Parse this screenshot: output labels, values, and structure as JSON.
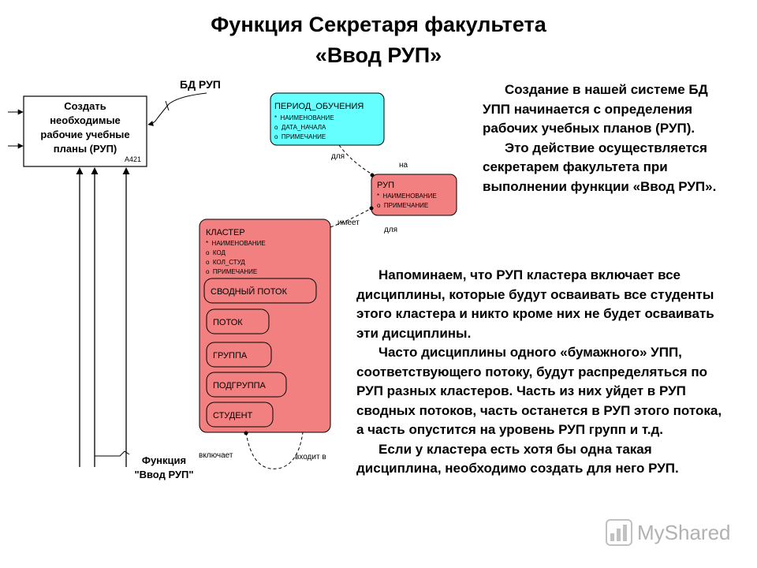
{
  "title": {
    "line1": "Функция Секретаря факультета",
    "line2": "«Ввод РУП»"
  },
  "idef": {
    "box_label": [
      "Создать",
      "необходимые",
      "рабочие учебные",
      "планы (РУП)"
    ],
    "box_code": "A421",
    "control_label": "БД РУП",
    "mech_label": [
      "Функция",
      "\"Ввод РУП\""
    ]
  },
  "er": {
    "period": {
      "title": "ПЕРИОД_ОБУЧЕНИЯ",
      "attrs": [
        "*  НАИМЕНОВАНИЕ",
        "o  ДАТА_НАЧАЛА",
        "o  ПРИМЕЧАНИЕ"
      ],
      "color": "#66ffff"
    },
    "rup": {
      "title": "РУП",
      "attrs": [
        "*  НАИМЕНОВАНИЕ",
        "o  ПРИМЕЧАНИЕ"
      ],
      "color": "#f28080"
    },
    "cluster": {
      "title": "КЛАСТЕР",
      "attrs": [
        "*  НАИМЕНОВАНИЕ",
        "o  КОД",
        "o  КОЛ_СТУД",
        "o  ПРИМЕЧАНИЕ"
      ],
      "subtypes": [
        "СВОДНЫЙ ПОТОК",
        "ПОТОК",
        "ГРУППА",
        "ПОДГРУППА",
        "СТУДЕНТ"
      ],
      "color": "#f28080"
    },
    "rel": {
      "dlya1": "для",
      "na": "на",
      "imeet": "имеет",
      "dlya2": "для",
      "vklyuchaet": "включает",
      "vhodit": "входит в"
    }
  },
  "text1": [
    "Создание в нашей системе БД УПП начинается с определения рабочих учебных планов (РУП).",
    "Это действие осуществляется секретарем факультета при выполнении функции «Ввод РУП»."
  ],
  "text2": [
    "Напоминаем, что РУП кластера включает все дисциплины, которые будут осваивать все студенты этого кластера и никто кроме них не будет осваивать эти дисциплины.",
    "Часто дисциплины одного «бумажного» УПП, соответствующего потоку, будут распределяться по РУП разных кластеров. Часть из них уйдет в РУП сводных потоков, часть останется в РУП этого потока, а часть опустится на уровень РУП групп и т.д.",
    "Если у кластера есть хотя бы одна такая дисциплина, необходимо создать для него РУП."
  ],
  "watermark": "MyShared"
}
